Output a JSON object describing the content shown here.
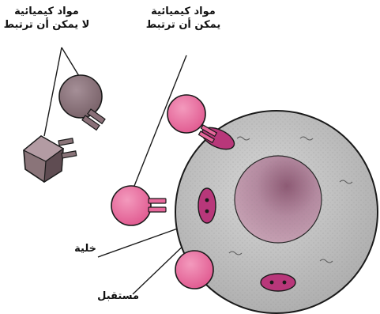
{
  "labels": {
    "cannot_bind_line1": "مواد كيميائية",
    "cannot_bind_line2": "لا يمكن أن ترتبط",
    "can_bind_line1": "مواد كيميائية",
    "can_bind_line2": "يمكن أن ترتبط",
    "cell": "خلية",
    "receptor": "مستقبل"
  },
  "colors": {
    "cell_fill": "#c8c8c8",
    "nucleus_fill": "#b5889f",
    "binding_chemical": "#e8689c",
    "receptor_fill": "#b8377a",
    "nonbinding_round": "#8a7078",
    "nonbinding_square": "#6e5a60",
    "outline": "#1a1a1a"
  }
}
